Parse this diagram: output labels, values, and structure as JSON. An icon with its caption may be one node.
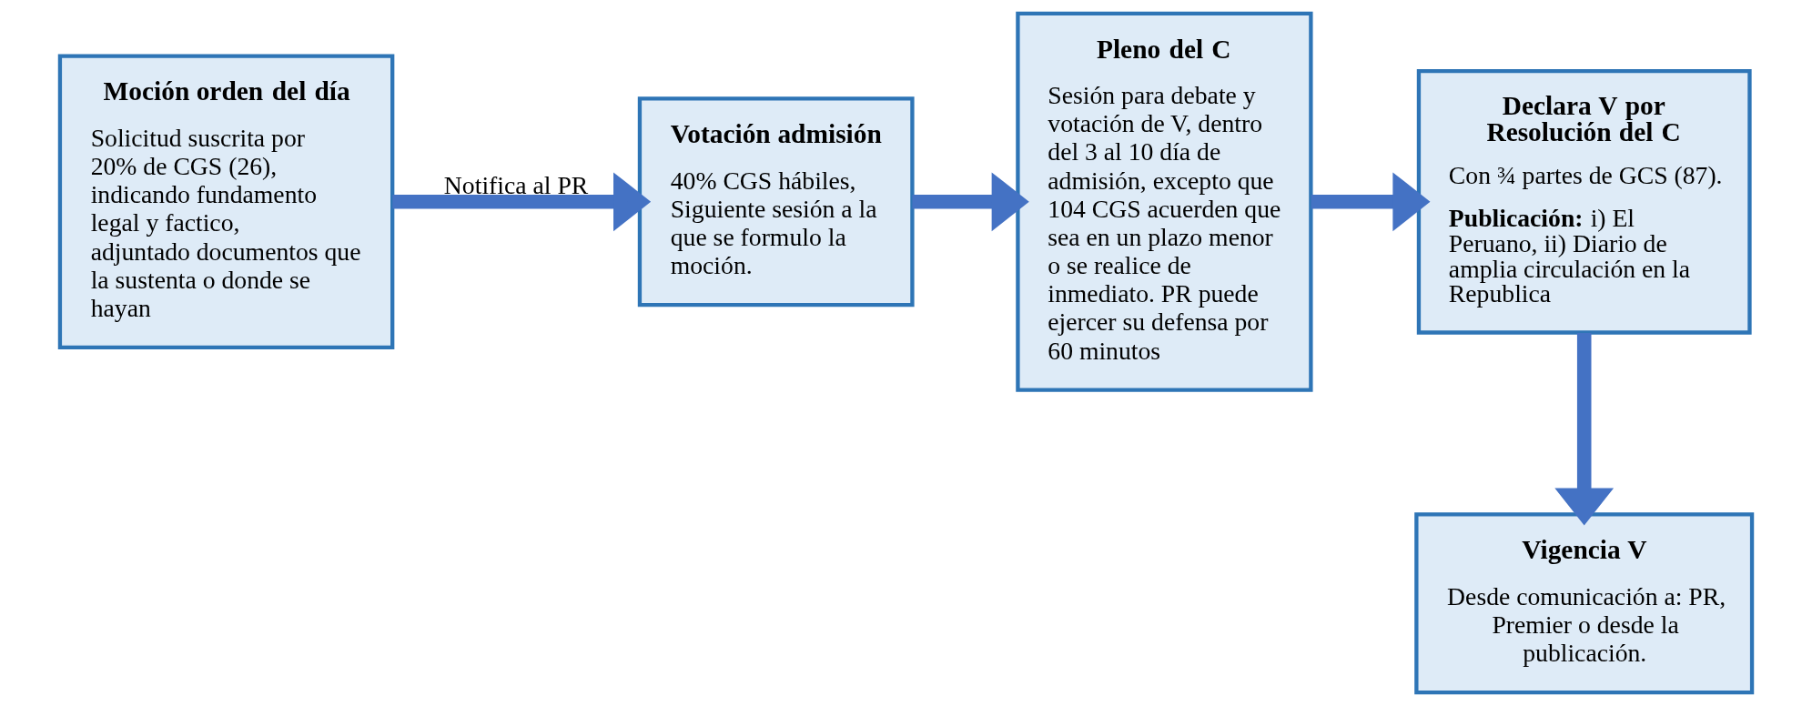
{
  "diagram": {
    "nodes": [
      {
        "text": [
          "Moción orden del día",
          "Solicitud suscrita por 20% de CGS (26), indicando fundamento legal y factico, adjuntado documentos que la sustenta o donde se hayan"
        ]
      },
      {
        "text": [
          "Votación admisión",
          "40% CGS hábiles, Siguiente sesión a la que se formulo la moción."
        ]
      },
      {
        "text": [
          "Pleno del C",
          "Sesión para debate y votación de V, dentro del 3 al 10 día de admisión, excepto que 104 CGS acuerden que sea en un plazo menor o se realice de inmediato. PR puede ejercer su defensa por 60 minutos"
        ]
      },
      {
        "text": [
          "Declara V por Resolución del C",
          "Con ¾ partes de GCS (87).",
          "**Publicación:** i) El Peruano, ii) Diario de amplia circulación en la Republica"
        ]
      },
      {
        "text": [
          "Vigencia V",
          "Desde comunicación a: PR, Premier o desde la publicación."
        ]
      }
    ],
    "edges": [
      {
        "from": 0,
        "to": 1,
        "arrow": "to",
        "label": "Notifica al PR"
      },
      {
        "from": 1,
        "to": 2,
        "arrow": "to"
      },
      {
        "from": 2,
        "to": 3,
        "arrow": "to"
      },
      {
        "from": 3,
        "to": 4,
        "arrow": "to"
      }
    ]
  }
}
